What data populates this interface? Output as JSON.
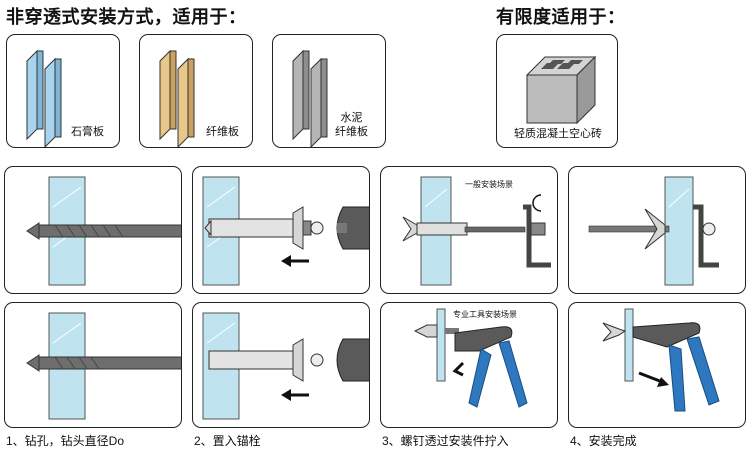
{
  "headings": {
    "main": "非穿透式安装方式，适用于：",
    "limited": "有限度适用于："
  },
  "materials": [
    {
      "label": "石膏板",
      "color": "#a9d4ee"
    },
    {
      "label": "纤维板",
      "color": "#e8c88a"
    },
    {
      "label": "水泥\n纤维板",
      "color": "#b5b5b5"
    }
  ],
  "limited_material": {
    "label": "轻质混凝土空心砖"
  },
  "scene_notes": {
    "general": "一般安装场景",
    "professional": "专业工具安装场景"
  },
  "steps": [
    {
      "label": "1、钻孔，钻头直径Do"
    },
    {
      "label": "2、置入锚栓"
    },
    {
      "label": "3、螺钉透过安装件拧入"
    },
    {
      "label": "4、安装完成"
    }
  ]
}
